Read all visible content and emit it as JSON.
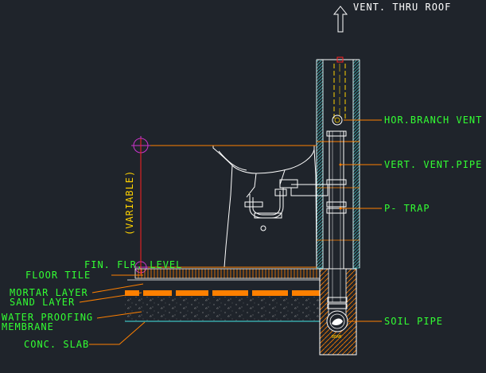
{
  "labels": {
    "vent_thru_roof": "VENT. THRU ROOF",
    "hor_branch_vent": "HOR.BRANCH VENT",
    "vert_vent_pipe": "VERT. VENT.PIPE",
    "p_trap": "P- TRAP",
    "variable": "(VARIABLE)",
    "fin_flr_level": "FIN. FLR. LEVEL",
    "floor_tile": "FLOOR TILE",
    "mortar_layer": "MORTAR LAYER",
    "sand_layer": "SAND LAYER",
    "water_proofing": "WATER PROOFING",
    "membrane": "MEMBRANE",
    "conc_slab": "CONC. SLAB",
    "soil_pipe": "SOIL PIPE",
    "beam": "BEAM"
  },
  "colors": {
    "background": "#1f242b",
    "label_green": "#33ff33",
    "leader_orange": "#ff8000",
    "outline_white": "#ffffff",
    "wall_cyan": "#3fbfbf",
    "dim_red": "#ff2020",
    "vent_yellow": "#ffd200",
    "marker_magenta": "#cc33cc"
  },
  "icons": {
    "vent_arrow": "up-arrow-icon",
    "level_marker": "crosshair-circle-icon"
  }
}
